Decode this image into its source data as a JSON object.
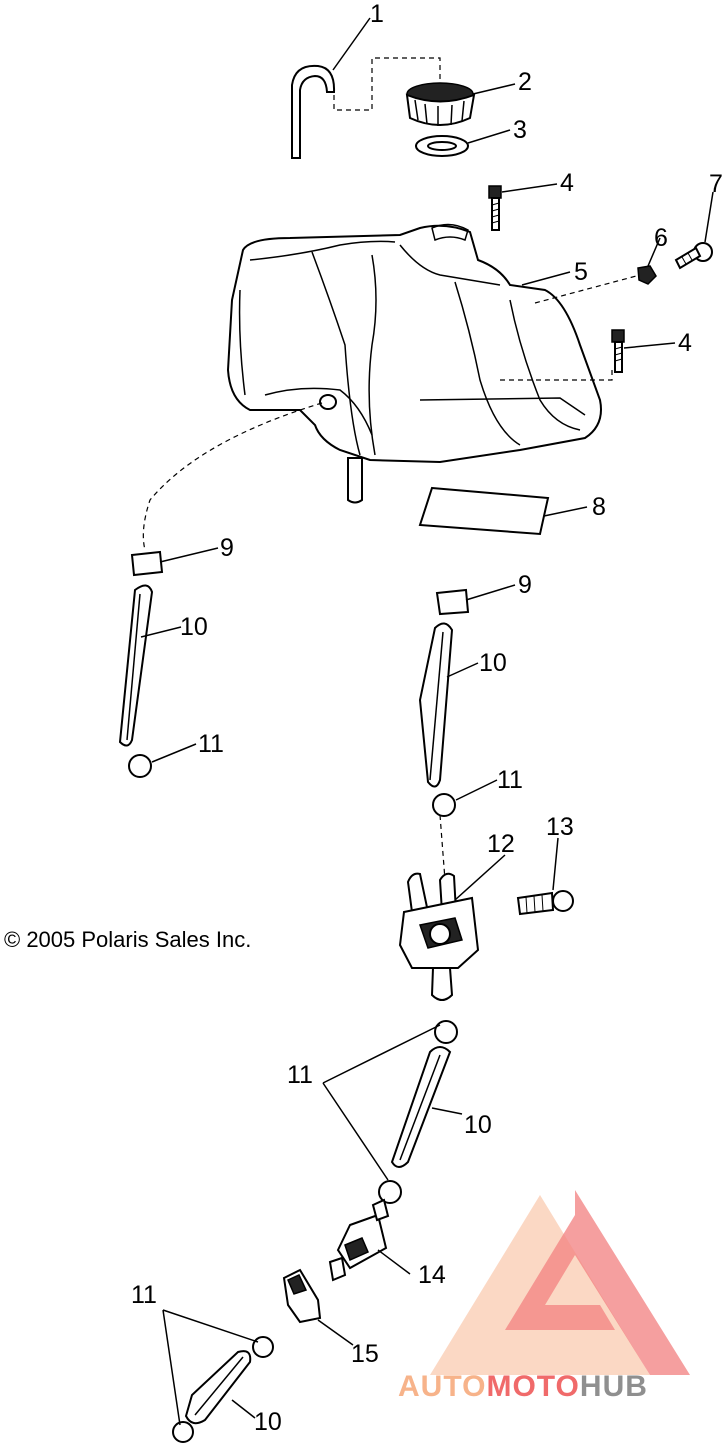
{
  "copyright": "© 2005 Polaris Sales Inc.",
  "watermark": {
    "text_part1": "AUTO",
    "text_part2": "MOTO",
    "text_part3": "HUB",
    "color_light": "#f7b38a",
    "color_red": "#f06a6a",
    "color_gray": "#8f8f8f"
  },
  "callouts": [
    {
      "id": "c1",
      "label": "1"
    },
    {
      "id": "c2",
      "label": "2"
    },
    {
      "id": "c3",
      "label": "3"
    },
    {
      "id": "c4a",
      "label": "4"
    },
    {
      "id": "c4b",
      "label": "4"
    },
    {
      "id": "c5",
      "label": "5"
    },
    {
      "id": "c6",
      "label": "6"
    },
    {
      "id": "c7",
      "label": "7"
    },
    {
      "id": "c8",
      "label": "8"
    },
    {
      "id": "c9a",
      "label": "9"
    },
    {
      "id": "c9b",
      "label": "9"
    },
    {
      "id": "c10a",
      "label": "10"
    },
    {
      "id": "c10b",
      "label": "10"
    },
    {
      "id": "c10c",
      "label": "10"
    },
    {
      "id": "c10d",
      "label": "10"
    },
    {
      "id": "c11a",
      "label": "11"
    },
    {
      "id": "c11b",
      "label": "11"
    },
    {
      "id": "c11c",
      "label": "11"
    },
    {
      "id": "c11d",
      "label": "11"
    },
    {
      "id": "c12",
      "label": "12"
    },
    {
      "id": "c13",
      "label": "13"
    },
    {
      "id": "c14",
      "label": "14"
    },
    {
      "id": "c15",
      "label": "15"
    }
  ]
}
